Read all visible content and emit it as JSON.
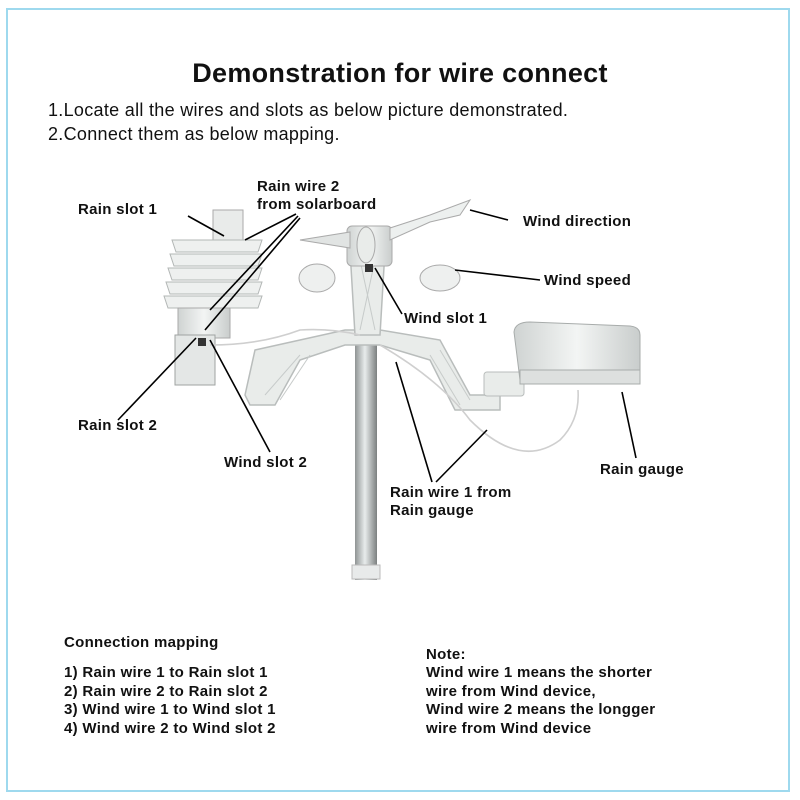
{
  "title": "Demonstration for wire connect",
  "instructions": [
    "1.Locate all the wires and slots as below picture demonstrated.",
    "2.Connect them as below mapping."
  ],
  "labels": {
    "rain_slot_1": "Rain slot 1",
    "rain_wire_2_line1": "Rain wire 2",
    "rain_wire_2_line2": "from solarboard",
    "wind_direction": "Wind direction",
    "wind_speed": "Wind speed",
    "wind_slot_1": "Wind slot 1",
    "rain_slot_2": "Rain slot 2",
    "wind_slot_2": "Wind slot 2",
    "rain_gauge": "Rain gauge",
    "rain_wire_1_line1": "Rain wire 1 from",
    "rain_wire_1_line2": "Rain gauge"
  },
  "mapping": {
    "title": "Connection mapping",
    "items": [
      "1) Rain wire 1  to Rain slot 1",
      "2) Rain wire 2  to Rain slot 2",
      "3) Wind wire 1 to Wind slot 1",
      "4) Wind wire 2 to Wind slot 2"
    ]
  },
  "note": {
    "title": "Note:",
    "lines": [
      "Wind wire 1 means the shorter",
      "wire from Wind device,",
      "Wind wire 2 means the longger",
      "wire from Wind device"
    ]
  },
  "colors": {
    "frame": "#9ed9ee",
    "device": "#e6e9e8",
    "pole": "#b8bcbc"
  }
}
